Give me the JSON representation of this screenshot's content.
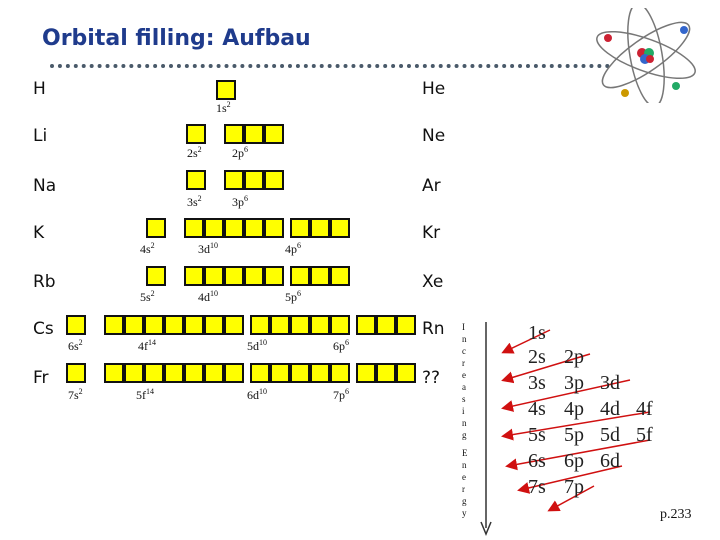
{
  "title": "Orbital filling: Aufbau",
  "elements_left": [
    "H",
    "Li",
    "Na",
    "K",
    "Rb",
    "Cs",
    "Fr"
  ],
  "elements_right": [
    "He",
    "Ne",
    "Ar",
    "Kr",
    "Xe",
    "Rn",
    "??"
  ],
  "orbital_labels": {
    "s1": "1s",
    "s1e": "2",
    "s2": "2s",
    "s2e": "2",
    "p2": "2p",
    "p2e": "6",
    "s3": "3s",
    "s3e": "2",
    "p3": "3p",
    "p3e": "6",
    "s4": "4s",
    "s4e": "2",
    "d3": "3d",
    "d3e": "10",
    "p4": "4p",
    "p4e": "6",
    "s5": "5s",
    "s5e": "2",
    "d4": "4d",
    "d4e": "10",
    "p5": "5p",
    "p5e": "6",
    "s6": "6s",
    "s6e": "2",
    "f4": "4f",
    "f4e": "14",
    "d5": "5d",
    "d5e": "10",
    "p6": "6p",
    "p6e": "6",
    "s7": "7s",
    "s7e": "2",
    "f5": "5f",
    "f5e": "14",
    "d6": "6d",
    "d6e": "10",
    "p7": "7p",
    "p7e": "6"
  },
  "increasing_energy_letters": [
    "I",
    "n",
    "c",
    "r",
    "e",
    "a",
    "s",
    "i",
    "n",
    "g",
    "E",
    "n",
    "e",
    "r",
    "g",
    "y"
  ],
  "sequence_rows": [
    [
      "1s"
    ],
    [
      "2s",
      "2p"
    ],
    [
      "3s",
      "3p",
      "3d"
    ],
    [
      "4s",
      "4p",
      "4d",
      "4f"
    ],
    [
      "5s",
      "5p",
      "5d",
      "5f"
    ],
    [
      "6s",
      "6p",
      "6d"
    ],
    [
      "7s",
      "7p"
    ]
  ],
  "page_number": "p.233",
  "colors": {
    "title": "#1f3b8c",
    "box_fill": "#ffff00",
    "arrow": "#d01010"
  },
  "icons": [
    "atom-icon"
  ]
}
